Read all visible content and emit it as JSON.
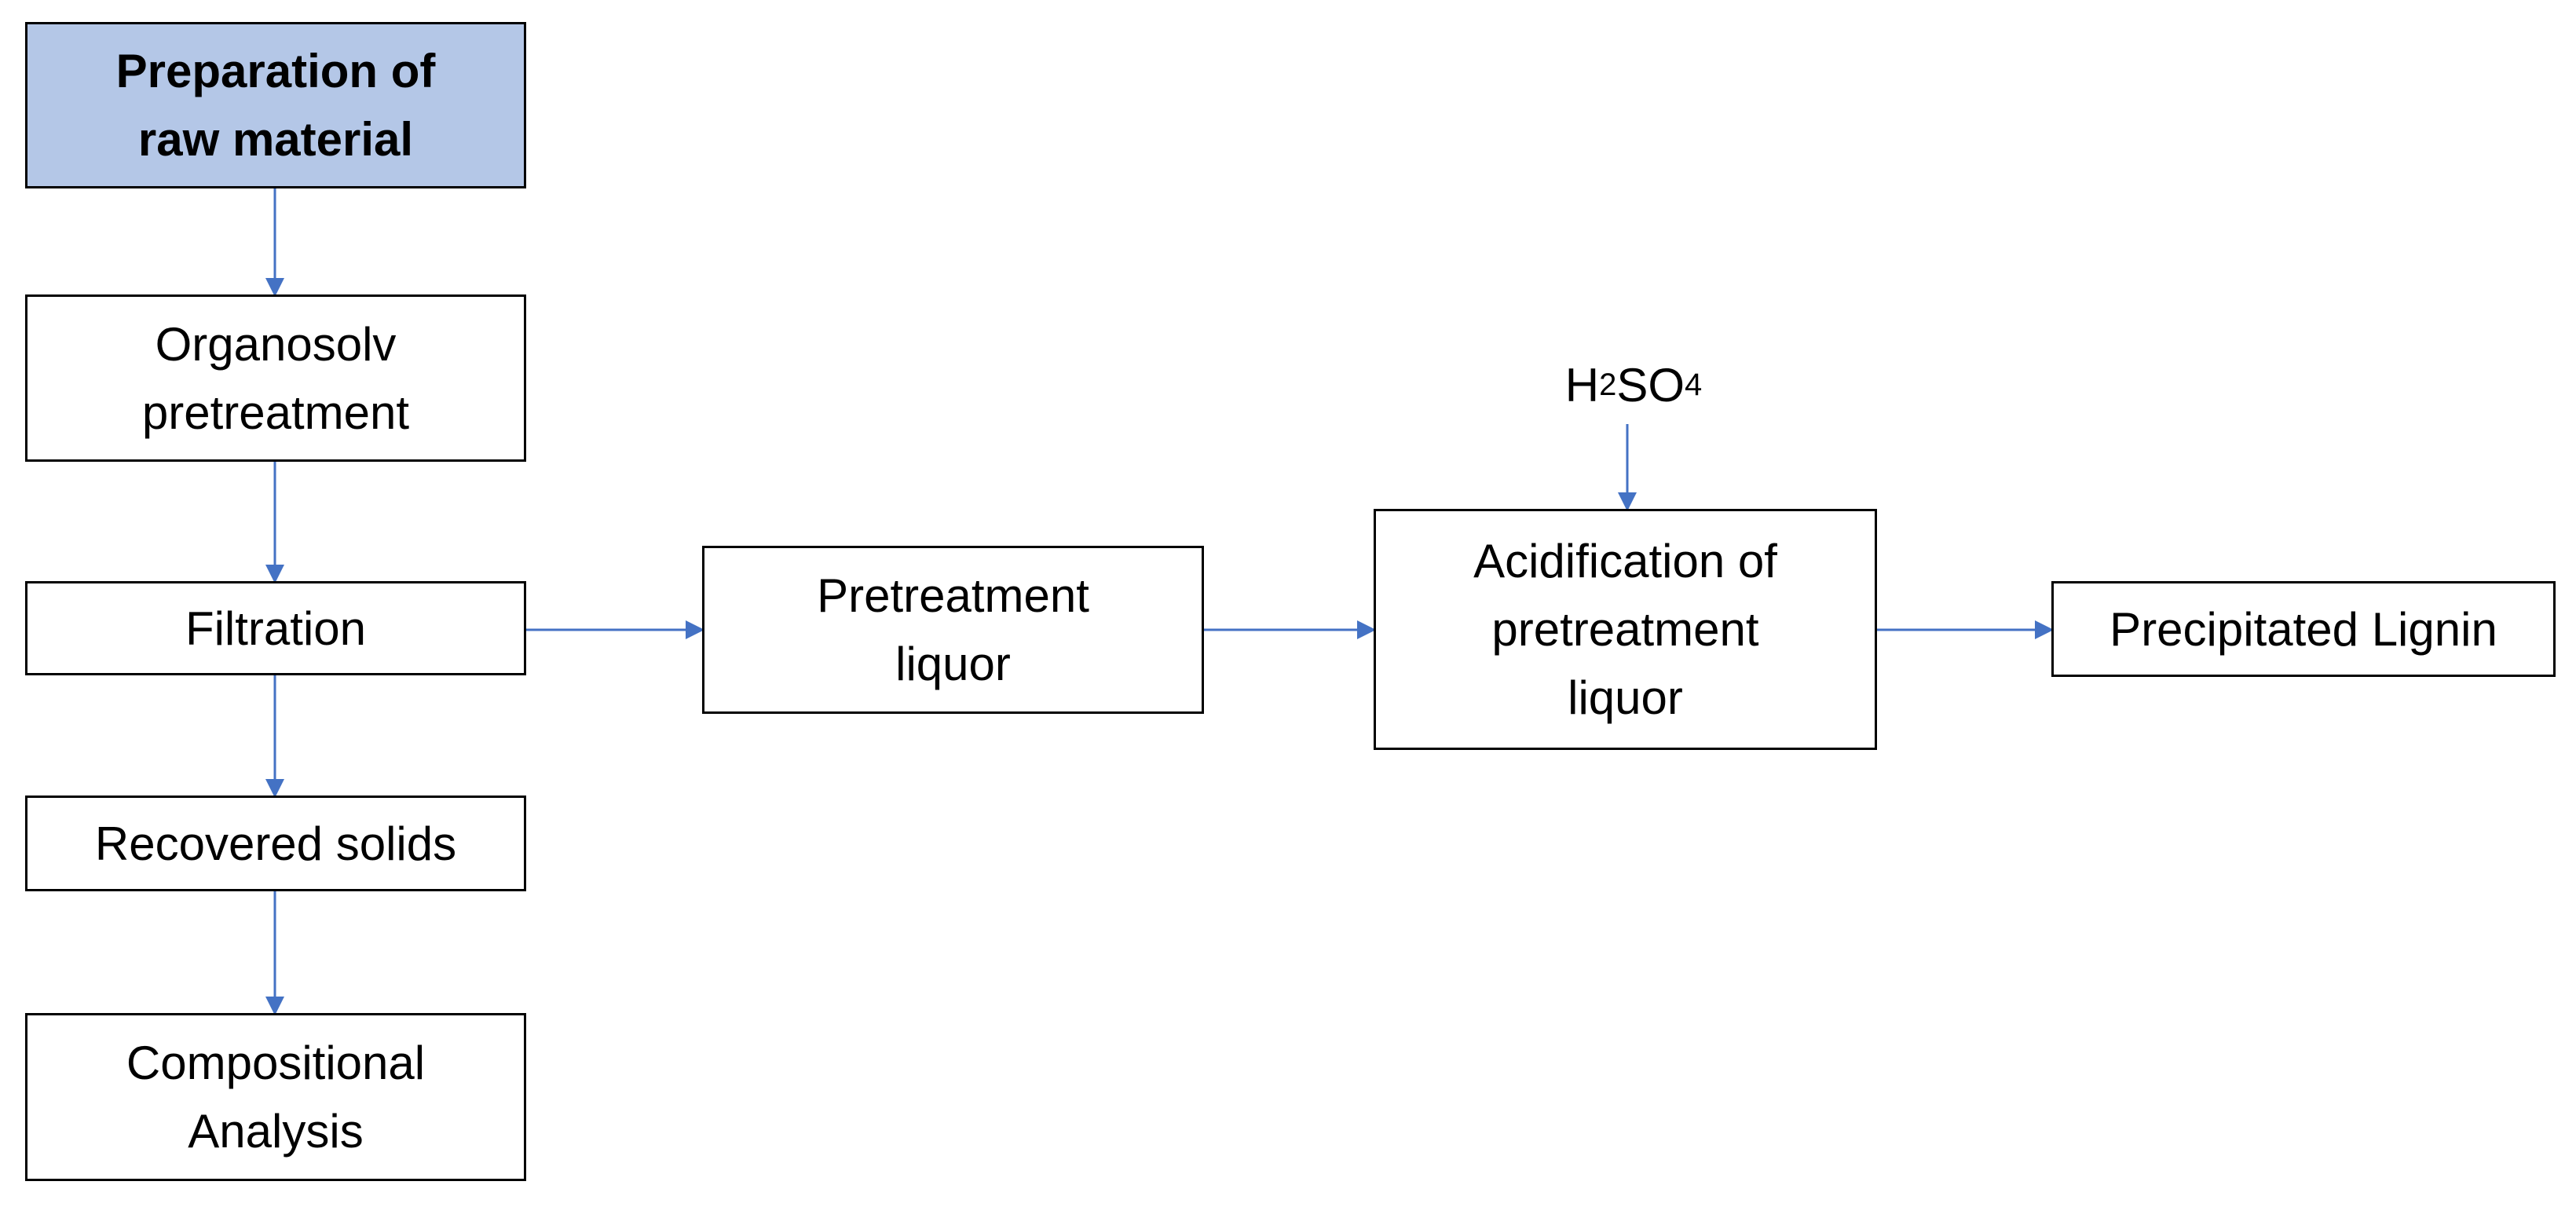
{
  "colors": {
    "highlight_fill": "#b4c7e7",
    "arrow": "#4472c4",
    "box_border": "#000000"
  },
  "boxes": {
    "raw_material": "Preparation of\nraw material",
    "organosolv": "Organosolv\npretreatment",
    "filtration": "Filtration",
    "recovered_solids": "Recovered solids",
    "compositional": "Compositional\nAnalysis",
    "liquor": "Pretreatment\nliquor",
    "acidification": "Acidification of\npretreatment\nliquor",
    "lignin": "Precipitated Lignin"
  },
  "reagent": {
    "h": "H",
    "sub1": "2",
    "so": "SO",
    "sub2": "4"
  }
}
